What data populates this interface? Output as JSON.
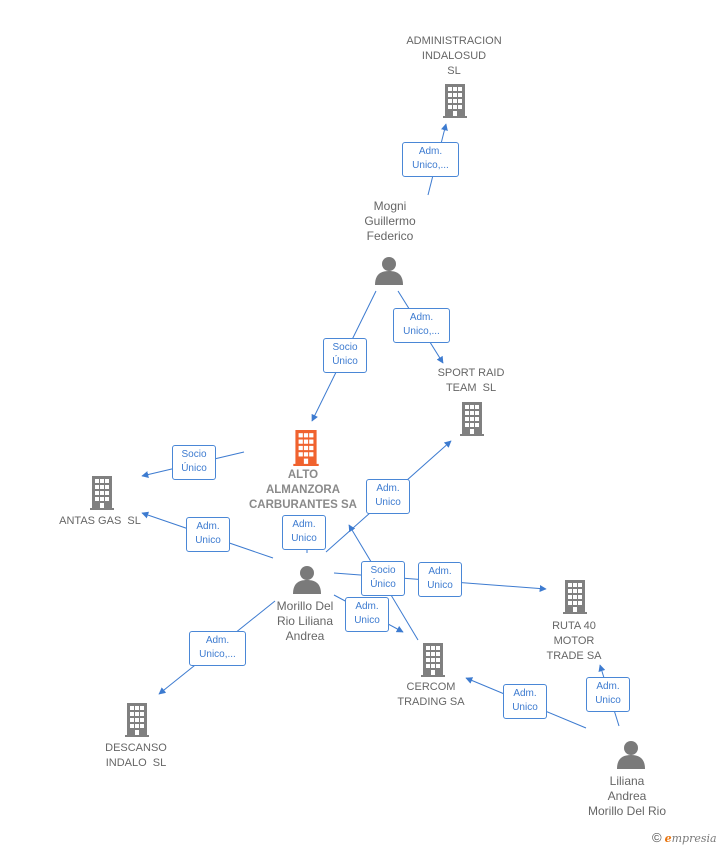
{
  "nodes": [
    {
      "id": "administracion",
      "type": "company",
      "label": [
        "ADMINISTRACION",
        "INDALOSUD",
        "SL"
      ]
    },
    {
      "id": "mogni",
      "type": "person",
      "label": [
        "Mogni",
        "Guillermo",
        "Federico"
      ]
    },
    {
      "id": "sport",
      "type": "company",
      "label": [
        "SPORT RAID",
        "TEAM  SL"
      ]
    },
    {
      "id": "alto",
      "type": "company_focus",
      "label": [
        "ALTO",
        "ALMANZORA",
        "CARBURANTES SA"
      ]
    },
    {
      "id": "antas",
      "type": "company",
      "label": [
        "ANTAS GAS  SL"
      ]
    },
    {
      "id": "morillo",
      "type": "person",
      "label": [
        "Morillo Del",
        "Rio Liliana",
        "Andrea"
      ]
    },
    {
      "id": "ruta",
      "type": "company",
      "label": [
        "RUTA 40",
        "MOTOR",
        "TRADE SA"
      ]
    },
    {
      "id": "cercom",
      "type": "company",
      "label": [
        "CERCOM",
        "TRADING SA"
      ]
    },
    {
      "id": "descanso",
      "type": "company",
      "label": [
        "DESCANSO",
        "INDALO  SL"
      ]
    },
    {
      "id": "liliana",
      "type": "person",
      "label": [
        "Liliana",
        "Andrea",
        "Morillo Del Rio"
      ]
    }
  ],
  "edges": [
    {
      "id": "e1",
      "label": [
        "Adm.",
        "Unico,..."
      ]
    },
    {
      "id": "e2",
      "label": [
        "Adm.",
        "Unico,..."
      ]
    },
    {
      "id": "e3",
      "label": [
        "Socio",
        "Único"
      ]
    },
    {
      "id": "e4",
      "label": [
        "Socio",
        "Único"
      ]
    },
    {
      "id": "e5",
      "label": [
        "Adm.",
        "Unico"
      ]
    },
    {
      "id": "e6",
      "label": [
        "Adm.",
        "Unico"
      ]
    },
    {
      "id": "e7",
      "label": [
        "Adm.",
        "Unico"
      ]
    },
    {
      "id": "e8",
      "label": [
        "Socio",
        "Único"
      ]
    },
    {
      "id": "e9",
      "label": [
        "Adm.",
        "Unico"
      ]
    },
    {
      "id": "e10",
      "label": [
        "Adm.",
        "Unico"
      ]
    },
    {
      "id": "e11",
      "label": [
        "Adm.",
        "Unico,..."
      ]
    },
    {
      "id": "e12",
      "label": [
        "Adm.",
        "Unico"
      ]
    },
    {
      "id": "e13",
      "label": [
        "Adm.",
        "Unico"
      ]
    }
  ],
  "colors": {
    "edge": "#3d7bd0",
    "company": "#808080",
    "focus": "#f0622e",
    "person": "#7a7a7a"
  },
  "brand": {
    "copyright": "©",
    "initial": "e",
    "rest": "mpresia"
  }
}
